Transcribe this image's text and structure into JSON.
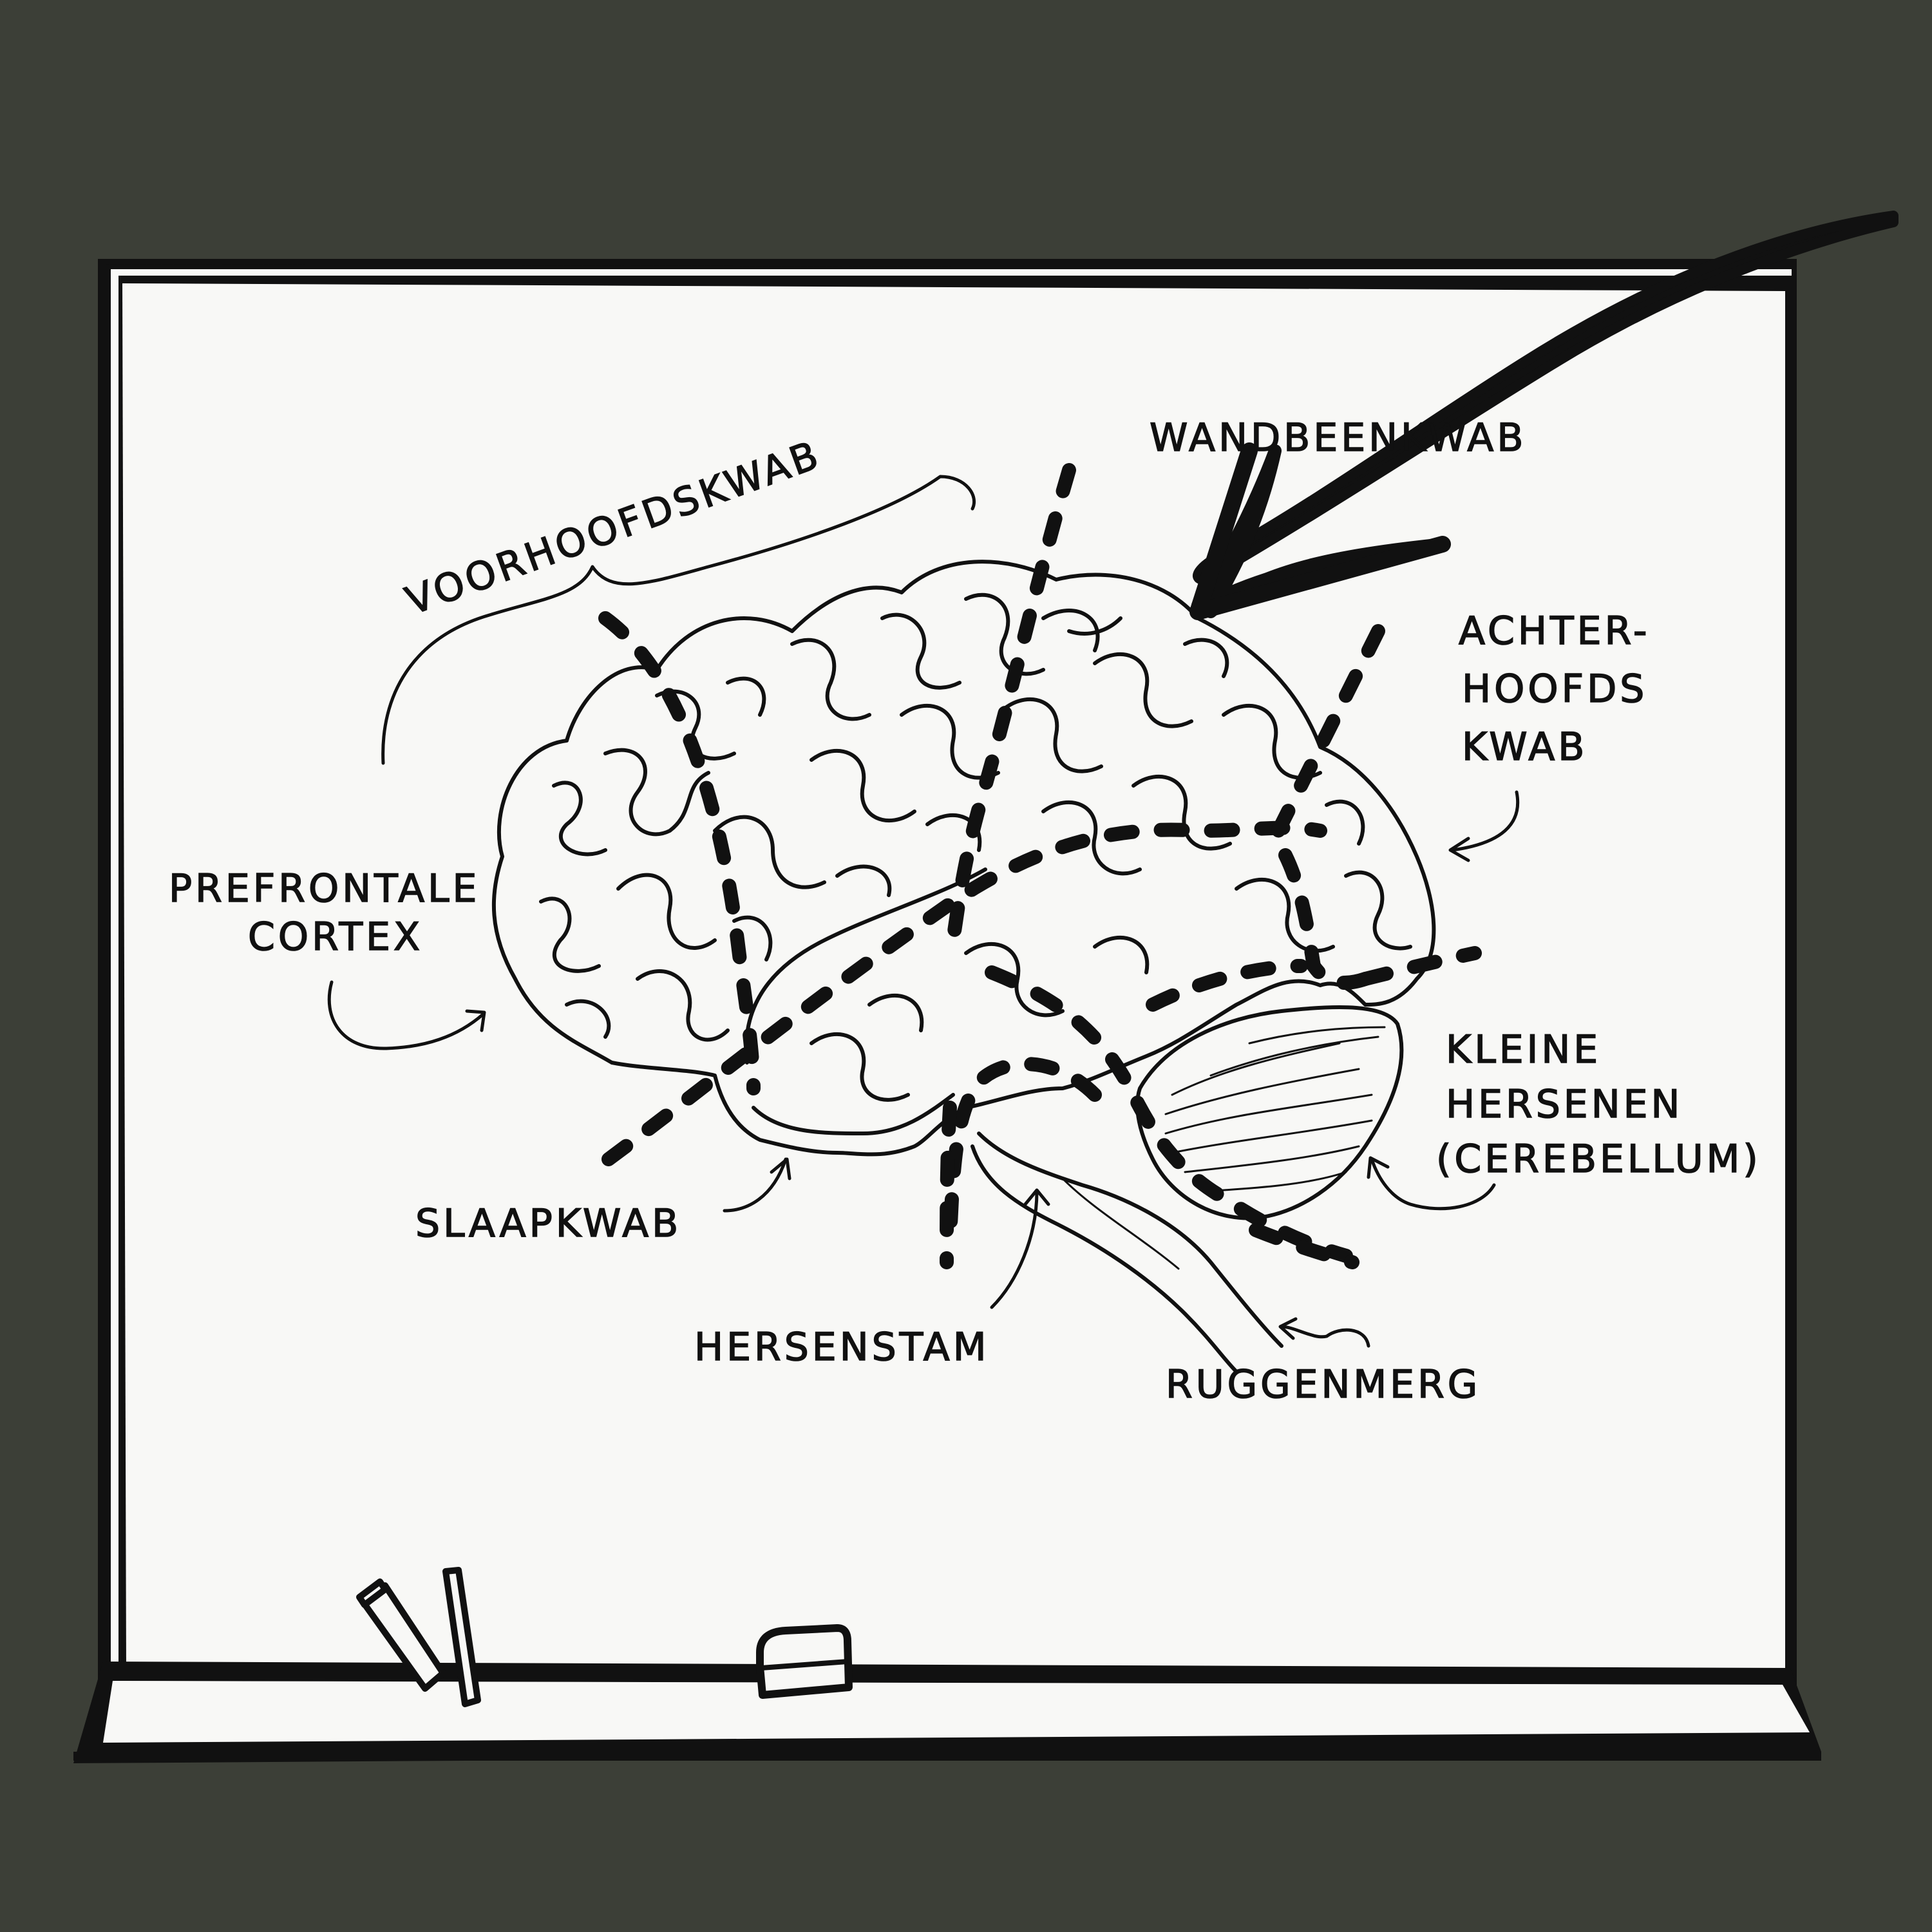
{
  "colors": {
    "wall": "#3c3f37",
    "board": "#f8f8f6",
    "ink": "#111111"
  },
  "labels": {
    "voorhoofdskwab": "VOORHOOFDSKWAB",
    "wandbeenkwab": "WANDBEENKWAB",
    "achterhoofdskwab_1": "ACHTER-",
    "achterhoofdskwab_2": "HOOFDS",
    "achterhoofdskwab_3": "KWAB",
    "prefrontale_1": "PREFRONTALE",
    "prefrontale_2": "CORTEX",
    "kleine_1": "KLEINE",
    "kleine_2": "HERSENEN",
    "kleine_3": "(CEREBELLUM)",
    "slaapkwab": "SLAAPKWAB",
    "hersenstam": "HERSENSTAM",
    "ruggenmerg": "RUGGENMERG"
  },
  "icons": {
    "pointer": "big-arrow-icon",
    "pencils": "pencil-icon",
    "eraser": "eraser-icon"
  }
}
